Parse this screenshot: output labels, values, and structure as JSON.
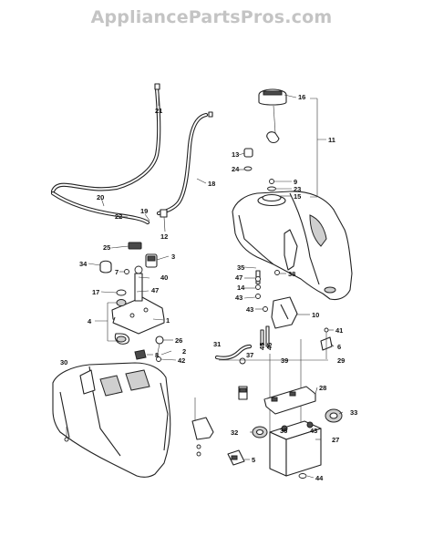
{
  "watermark": "AppliancePartsPros.com",
  "callouts": [
    {
      "id": "label-16",
      "text": "16"
    },
    {
      "id": "label-11",
      "text": "11"
    },
    {
      "id": "label-13",
      "text": "13"
    },
    {
      "id": "label-24",
      "text": "24"
    },
    {
      "id": "label-9",
      "text": "9"
    },
    {
      "id": "label-23",
      "text": "23"
    },
    {
      "id": "label-15",
      "text": "15"
    },
    {
      "id": "label-21",
      "text": "21"
    },
    {
      "id": "label-18",
      "text": "18"
    },
    {
      "id": "label-20",
      "text": "20"
    },
    {
      "id": "label-19",
      "text": "19"
    },
    {
      "id": "label-22",
      "text": "22"
    },
    {
      "id": "label-12",
      "text": "12"
    },
    {
      "id": "label-25",
      "text": "25"
    },
    {
      "id": "label-3",
      "text": "3"
    },
    {
      "id": "label-34",
      "text": "34"
    },
    {
      "id": "label-7",
      "text": "7"
    },
    {
      "id": "label-40",
      "text": "40"
    },
    {
      "id": "label-17",
      "text": "17"
    },
    {
      "id": "label-47a",
      "text": "47"
    },
    {
      "id": "label-4",
      "text": "4"
    },
    {
      "id": "label-1",
      "text": "1"
    },
    {
      "id": "label-26",
      "text": "26"
    },
    {
      "id": "label-2",
      "text": "2"
    },
    {
      "id": "label-42",
      "text": "42"
    },
    {
      "id": "label-8",
      "text": "8"
    },
    {
      "id": "label-35",
      "text": "35"
    },
    {
      "id": "label-47b",
      "text": "47"
    },
    {
      "id": "label-38",
      "text": "38"
    },
    {
      "id": "label-14",
      "text": "14"
    },
    {
      "id": "label-43a",
      "text": "43"
    },
    {
      "id": "label-43b",
      "text": "43"
    },
    {
      "id": "label-10",
      "text": "10"
    },
    {
      "id": "label-41",
      "text": "41"
    },
    {
      "id": "label-6",
      "text": "6"
    },
    {
      "id": "label-31",
      "text": "31"
    },
    {
      "id": "label-45",
      "text": "45"
    },
    {
      "id": "label-46",
      "text": "46"
    },
    {
      "id": "label-37",
      "text": "37"
    },
    {
      "id": "label-39",
      "text": "39"
    },
    {
      "id": "label-29",
      "text": "29"
    },
    {
      "id": "label-30",
      "text": "30"
    },
    {
      "id": "label-28",
      "text": "28"
    },
    {
      "id": "label-33",
      "text": "33"
    },
    {
      "id": "label-32",
      "text": "32"
    },
    {
      "id": "label-36",
      "text": "36"
    },
    {
      "id": "label-43c",
      "text": "43"
    },
    {
      "id": "label-27",
      "text": "27"
    },
    {
      "id": "label-5",
      "text": "5"
    },
    {
      "id": "label-44",
      "text": "44"
    }
  ]
}
